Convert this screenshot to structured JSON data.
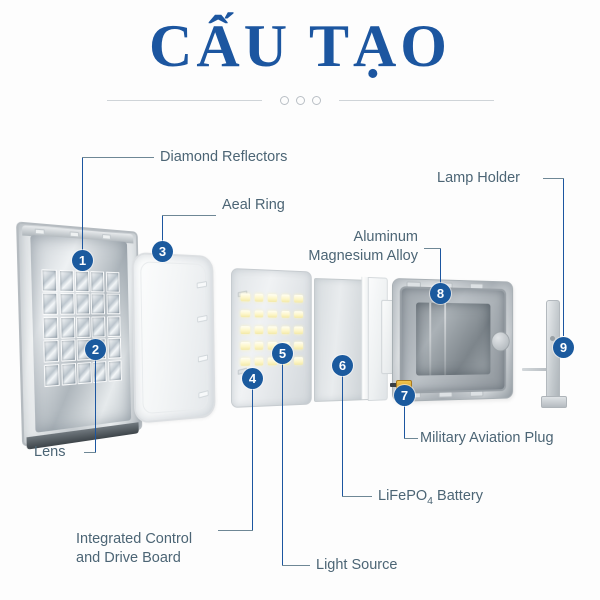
{
  "header": {
    "title": "CẤU TẠO",
    "divider_dots": 3
  },
  "colors": {
    "title_blue": "#1c56a0",
    "badge_blue": "#1b5a9e",
    "label_text": "#4c6575",
    "leader_line": "#6e8795",
    "divider_grey": "#cfd4d8",
    "background": "#fdfdfd"
  },
  "callouts": [
    {
      "number": "1",
      "label": "Diamond Reflectors"
    },
    {
      "number": "2",
      "label": "Lens"
    },
    {
      "number": "3",
      "label": "Aeal Ring"
    },
    {
      "number": "4",
      "label_line1": "Integrated Control",
      "label_line2": "and Drive Board"
    },
    {
      "number": "5",
      "label": "Light Source"
    },
    {
      "number": "6",
      "label_prefix": "LiFePO",
      "label_sub": "4",
      "label_suffix": " Battery"
    },
    {
      "number": "7",
      "label": "Military Aviation Plug"
    },
    {
      "number": "8",
      "label_line1": "Aluminum",
      "label_line2": "Magnesium Alloy"
    },
    {
      "number": "9",
      "label": "Lamp Holder"
    }
  ]
}
